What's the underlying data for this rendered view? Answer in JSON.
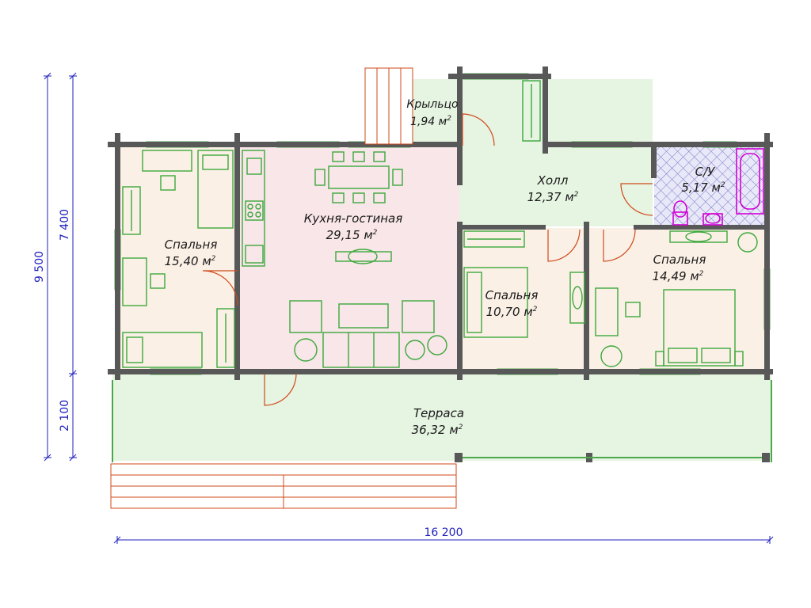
{
  "rooms": [
    {
      "name": "Крыльцо",
      "area": "1,94 м",
      "sup": "2"
    },
    {
      "name": "Кухня-гостиная",
      "area": "29,15 м",
      "sup": "2"
    },
    {
      "name": "Холл",
      "area": "12,37 м",
      "sup": "2"
    },
    {
      "name": "С/У",
      "area": "5,17 м",
      "sup": "2"
    },
    {
      "name": "Спальня",
      "area": "15,40 м",
      "sup": "2"
    },
    {
      "name": "Спальня",
      "area": "10,70 м",
      "sup": "2"
    },
    {
      "name": "Спальня",
      "area": "14,49 м",
      "sup": "2"
    },
    {
      "name": "Терраса",
      "area": "36,32 м",
      "sup": "2"
    }
  ],
  "dimensions": {
    "total_height": "9 500",
    "main_height": "7 400",
    "terrace_depth": "2 100",
    "total_width": "16 200"
  },
  "colors": {
    "wall": "#585858",
    "bedroom_fill": "#fbf0e6",
    "kitchen_fill": "#f8e6e8",
    "hall_fill": "#e6f4e2",
    "bath_fill": "#e6e6f8",
    "terrace_fill": "#e6f4e2",
    "dimension_line": "#1f1fbf",
    "furniture": "#3ca83c",
    "door_arc": "#d04a1a",
    "sanitary": "#d400d4"
  }
}
